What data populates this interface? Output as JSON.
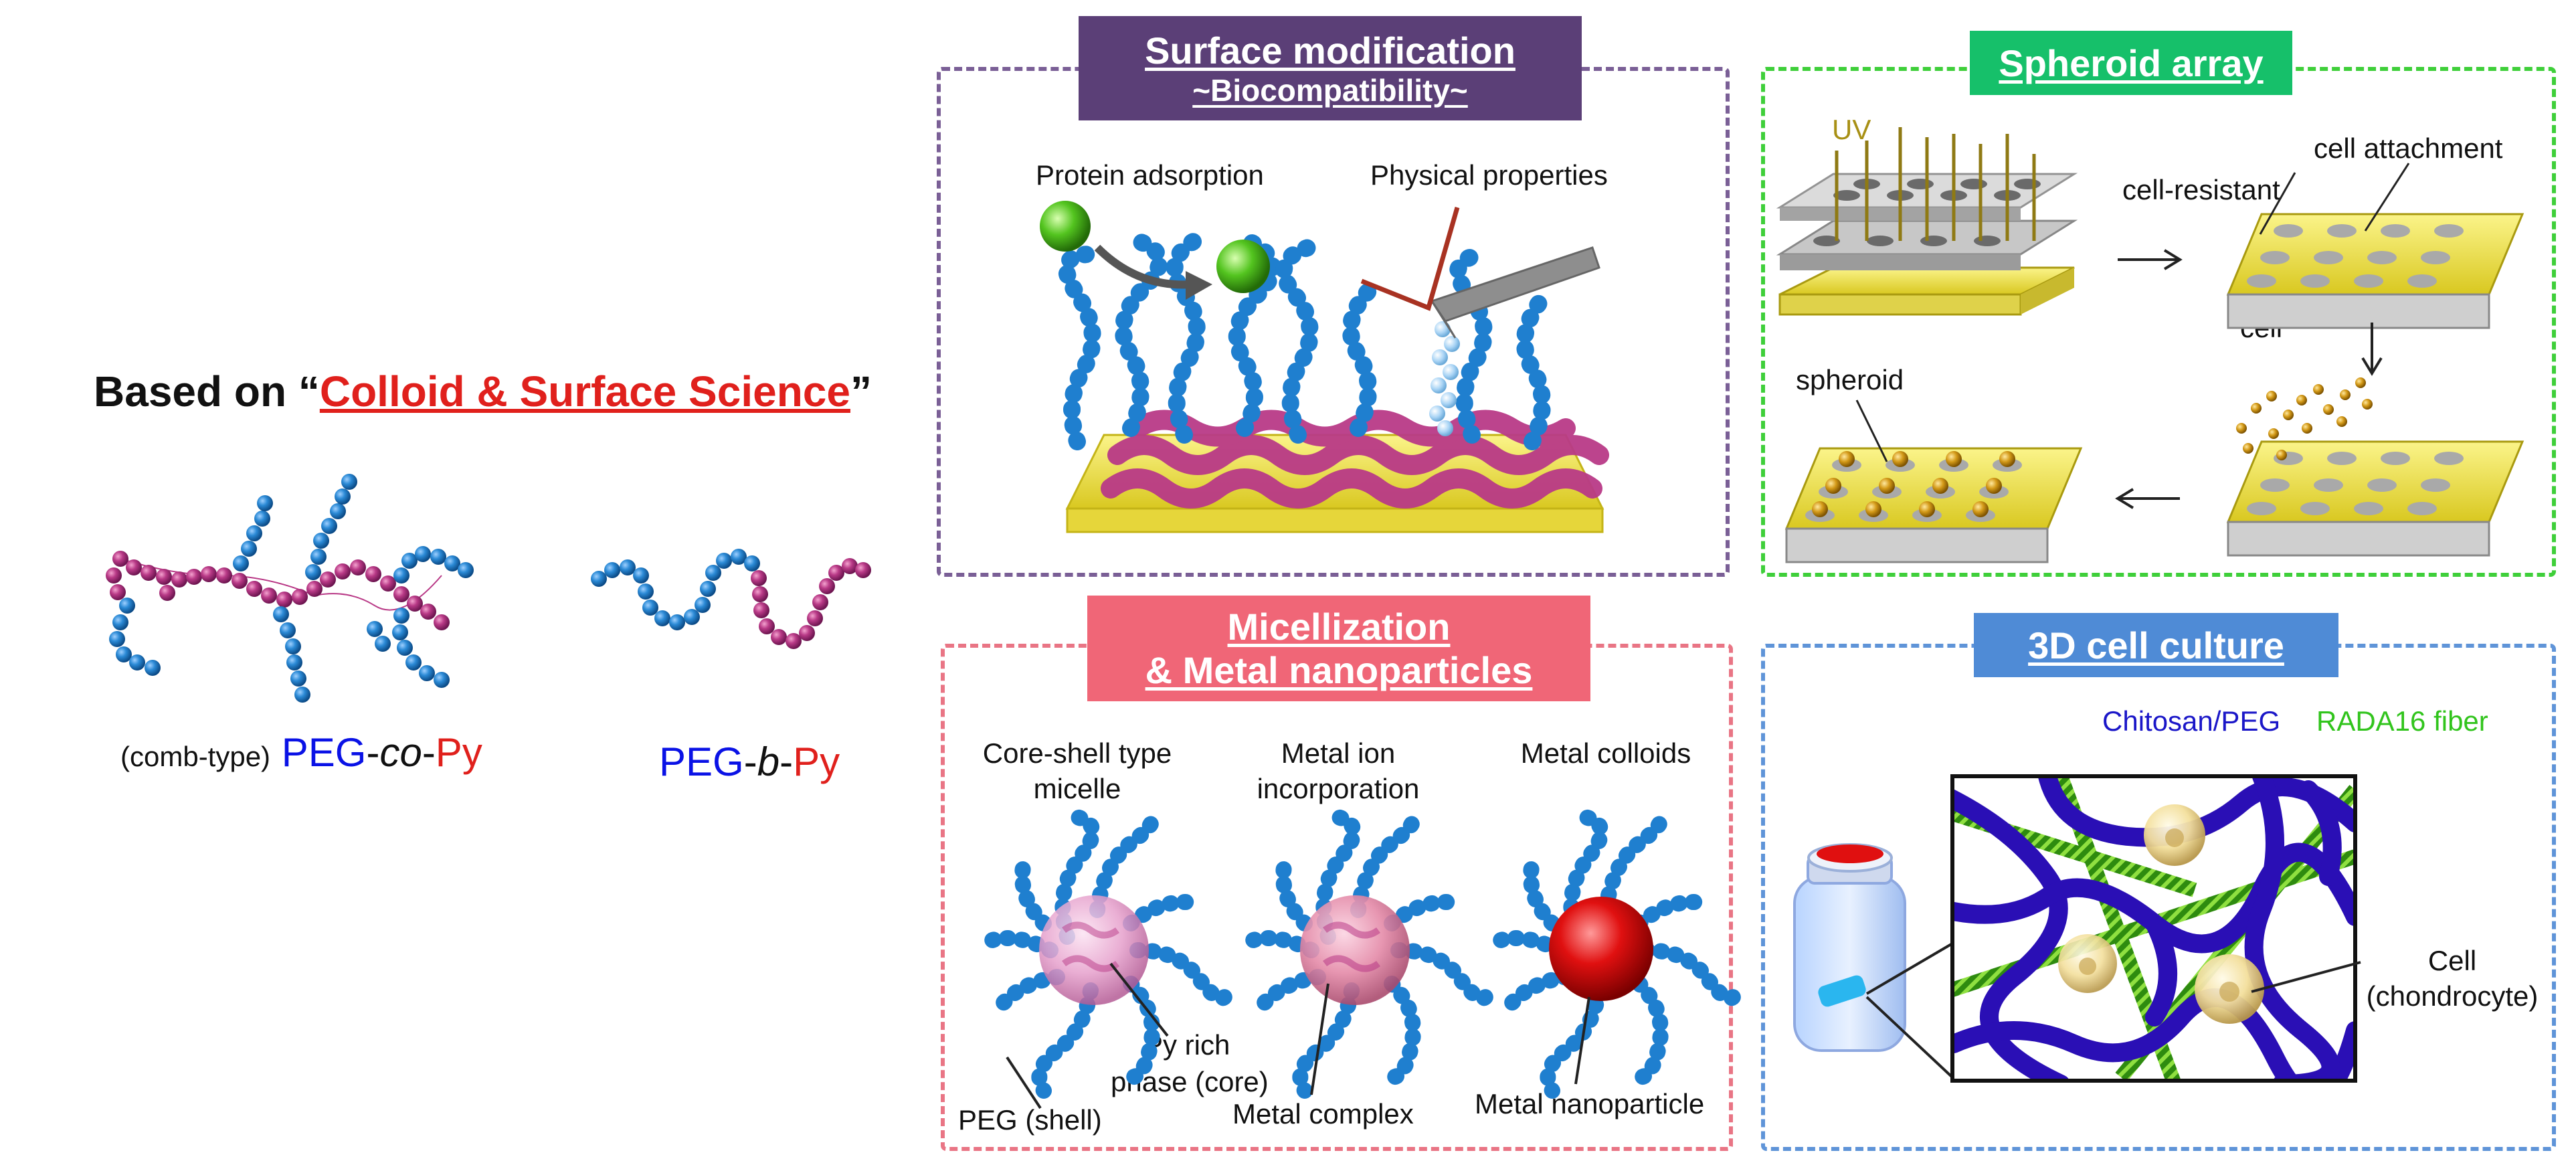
{
  "intro": {
    "prefix": "Based on “",
    "highlight": "Colloid & Surface Science",
    "suffix": "”",
    "comb": {
      "note": "(comb-type)",
      "peg": "PEG",
      "dash1": "-",
      "mid": "co",
      "dash2": "-",
      "py": "Py"
    },
    "block": {
      "peg": "PEG",
      "dash1": "-",
      "mid": "b",
      "dash2": "-",
      "py": "Py"
    }
  },
  "surface": {
    "title": "Surface modification",
    "subtitle": "~Biocompatibility~",
    "protein": "Protein adsorption",
    "physical": "Physical properties"
  },
  "spheroid": {
    "title": "Spheroid array",
    "uv": "UV",
    "resistant": "cell-resistant",
    "attachment": "cell attachment",
    "cell": "cell",
    "spheroid": "spheroid"
  },
  "micelle": {
    "title1": "Micellization",
    "title2": "& Metal nanoparticles",
    "col1_1": "Core-shell type",
    "col1_2": "micelle",
    "col2_1": "Metal ion",
    "col2_2": "incorporation",
    "col3": "Metal colloids",
    "py_rich1": "Py rich",
    "py_rich2": "phase (core)",
    "peg_shell": "PEG (shell)",
    "metal_complex": "Metal complex",
    "metal_np": "Metal nanoparticle"
  },
  "culture": {
    "title": "3D cell culture",
    "chitosan": "Chitosan/PEG",
    "rada": "RADA16 fiber",
    "cell1": "Cell",
    "cell2": "(chondrocyte)"
  },
  "colors": {
    "purple": "#5b3f77",
    "purple_dash": "#7a5f96",
    "green": "#16c06a",
    "green_dash": "#3fcf3a",
    "pink": "#f06677",
    "pink_dash": "#e97585",
    "blue": "#4f8bd6",
    "blue_dash": "#5f94d8",
    "peg": "#0a12e6",
    "py": "#e0201c",
    "rada": "#31c41c"
  }
}
